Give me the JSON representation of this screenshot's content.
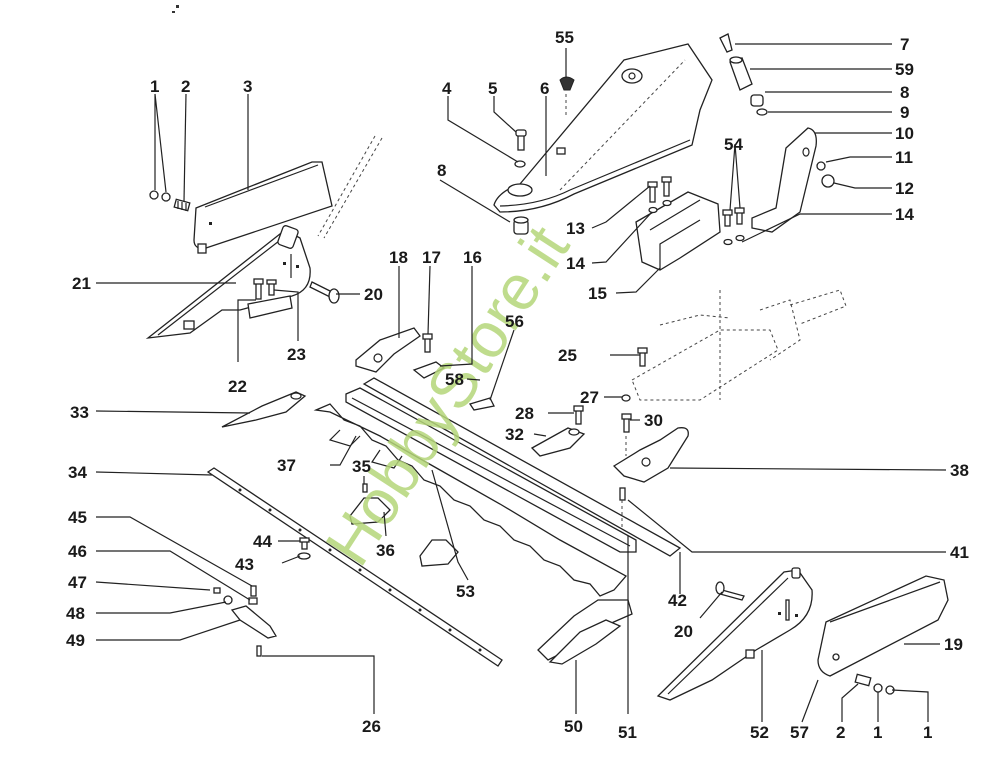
{
  "diagram": {
    "type": "exploded-parts-diagram",
    "subject": "mower cutter bar assembly",
    "watermark": "HobbyStore.it",
    "callouts": [
      {
        "id": "c1a",
        "label": "1"
      },
      {
        "id": "c2a",
        "label": "2"
      },
      {
        "id": "c3",
        "label": "3"
      },
      {
        "id": "c4",
        "label": "4"
      },
      {
        "id": "c5",
        "label": "5"
      },
      {
        "id": "c6",
        "label": "6"
      },
      {
        "id": "c55",
        "label": "55"
      },
      {
        "id": "c7",
        "label": "7"
      },
      {
        "id": "c59",
        "label": "59"
      },
      {
        "id": "c8b",
        "label": "8"
      },
      {
        "id": "c9",
        "label": "9"
      },
      {
        "id": "c10",
        "label": "10"
      },
      {
        "id": "c11",
        "label": "11"
      },
      {
        "id": "c12",
        "label": "12"
      },
      {
        "id": "c54",
        "label": "54"
      },
      {
        "id": "c14b",
        "label": "14"
      },
      {
        "id": "c8a",
        "label": "8"
      },
      {
        "id": "c13",
        "label": "13"
      },
      {
        "id": "c14a",
        "label": "14"
      },
      {
        "id": "c15",
        "label": "15"
      },
      {
        "id": "c21",
        "label": "21"
      },
      {
        "id": "c20a",
        "label": "20"
      },
      {
        "id": "c18",
        "label": "18"
      },
      {
        "id": "c17",
        "label": "17"
      },
      {
        "id": "c16",
        "label": "16"
      },
      {
        "id": "c56",
        "label": "56"
      },
      {
        "id": "c25",
        "label": "25"
      },
      {
        "id": "c22",
        "label": "22"
      },
      {
        "id": "c23",
        "label": "23"
      },
      {
        "id": "c58",
        "label": "58"
      },
      {
        "id": "c33",
        "label": "33"
      },
      {
        "id": "c27",
        "label": "27"
      },
      {
        "id": "c28",
        "label": "28"
      },
      {
        "id": "c30",
        "label": "30"
      },
      {
        "id": "c32",
        "label": "32"
      },
      {
        "id": "c37",
        "label": "37"
      },
      {
        "id": "c38",
        "label": "38"
      },
      {
        "id": "c34",
        "label": "34"
      },
      {
        "id": "c35",
        "label": "35"
      },
      {
        "id": "c45",
        "label": "45"
      },
      {
        "id": "c44",
        "label": "44"
      },
      {
        "id": "c36",
        "label": "36"
      },
      {
        "id": "c41",
        "label": "41"
      },
      {
        "id": "c46",
        "label": "46"
      },
      {
        "id": "c43",
        "label": "43"
      },
      {
        "id": "c47",
        "label": "47"
      },
      {
        "id": "c53",
        "label": "53"
      },
      {
        "id": "c42",
        "label": "42"
      },
      {
        "id": "c48",
        "label": "48"
      },
      {
        "id": "c20b",
        "label": "20"
      },
      {
        "id": "c49",
        "label": "49"
      },
      {
        "id": "c19",
        "label": "19"
      },
      {
        "id": "c26",
        "label": "26"
      },
      {
        "id": "c50",
        "label": "50"
      },
      {
        "id": "c51",
        "label": "51"
      },
      {
        "id": "c52",
        "label": "52"
      },
      {
        "id": "c57",
        "label": "57"
      },
      {
        "id": "c2b",
        "label": "2"
      },
      {
        "id": "c1b",
        "label": "1"
      },
      {
        "id": "c1c",
        "label": "1"
      }
    ]
  }
}
